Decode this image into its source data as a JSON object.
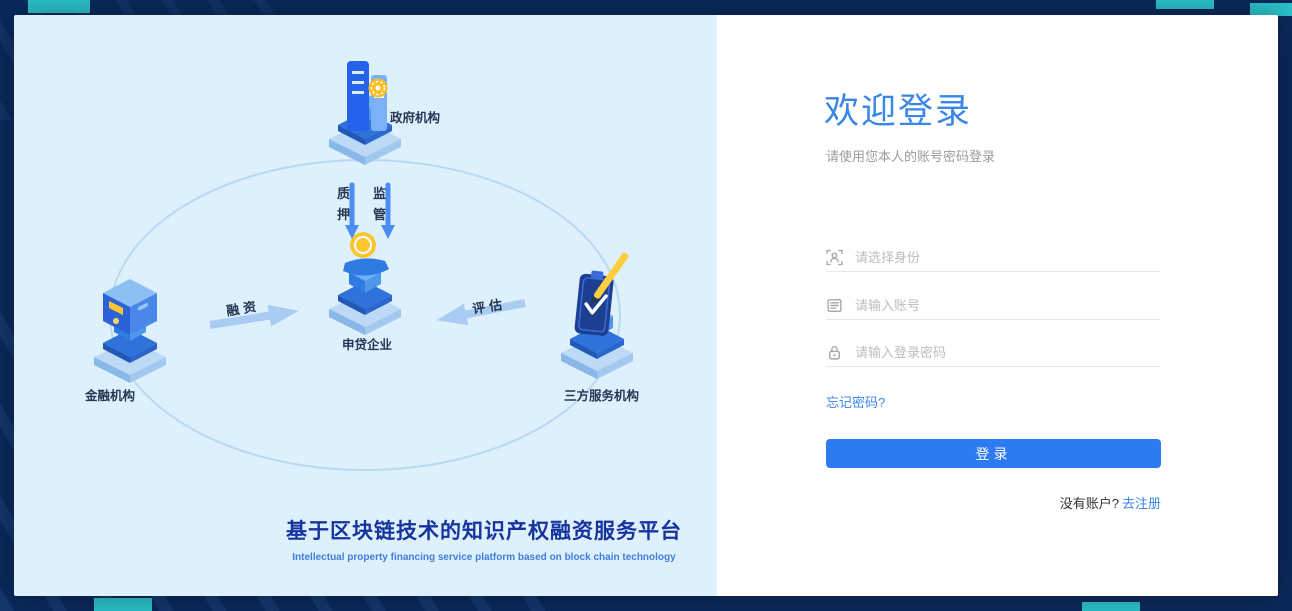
{
  "window": {
    "background": "#0a2a5c",
    "accent_teal": "#2cc2ca"
  },
  "left_panel": {
    "nodes": [
      {
        "id": "government",
        "label": "政府机构",
        "icon": "government-building-icon"
      },
      {
        "id": "finance",
        "label": "金融机构",
        "icon": "safe-box-icon"
      },
      {
        "id": "enterprise",
        "label": "申贷企业",
        "icon": "coin-hand-icon"
      },
      {
        "id": "third_party",
        "label": "三方服务机构",
        "icon": "clipboard-pencil-icon"
      }
    ],
    "edges": [
      {
        "id": "pledge",
        "label": "质押"
      },
      {
        "id": "supervision",
        "label": "监管"
      },
      {
        "id": "financing",
        "label": "融资"
      },
      {
        "id": "evaluation",
        "label": "评估"
      }
    ],
    "caption_cn": "基于区块链技术的知识产权融资服务平台",
    "caption_en": "Intellectual property financing service platform based on block chain technology"
  },
  "login": {
    "title": "欢迎登录",
    "subtitle": "请使用您本人的账号密码登录",
    "fields": [
      {
        "icon": "identity-icon",
        "placeholder": "请选择身份",
        "value": ""
      },
      {
        "icon": "account-icon",
        "placeholder": "请输入账号",
        "value": ""
      },
      {
        "icon": "password-icon",
        "placeholder": "请输入登录密码",
        "value": ""
      }
    ],
    "forgot_password": "忘记密码?",
    "login_button": "登录",
    "no_account": "没有账户?",
    "register_link": "去注册",
    "colors": {
      "title_blue": "#3a87e8",
      "button_blue": "#2d7bf0"
    }
  }
}
